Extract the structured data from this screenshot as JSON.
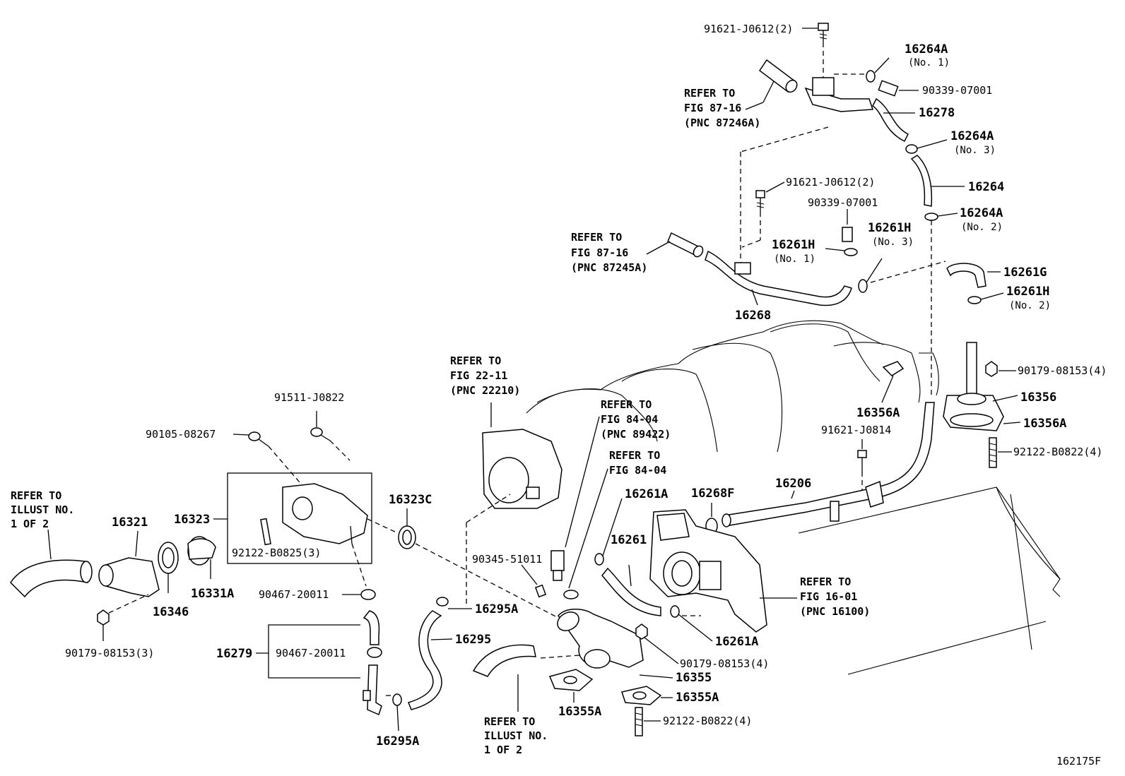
{
  "diagram": {
    "figure_id": "162175F",
    "labels": {
      "p91621_j0612_top": "91621-J0612(2)",
      "p16264a_no1": "16264A",
      "no1_a": "(No. 1)",
      "p90339_07001_top": "90339-07001",
      "p16278": "16278",
      "p16264a_no3": "16264A",
      "no3_a": "(No. 3)",
      "p16264": "16264",
      "p16264a_no2": "16264A",
      "no2_a": "(No. 2)",
      "p91621_j0612_mid": "91621-J0612(2)",
      "p90339_07001_mid": "90339-07001",
      "p16261h_no1": "16261H",
      "no1_b": "(No. 1)",
      "p16261h_no3": "16261H",
      "no3_b": "(No. 3)",
      "p16261g": "16261G",
      "p16261h_no2": "16261H",
      "no2_b": "(No. 2)",
      "p16268": "16268",
      "p90179_08153_4a": "90179-08153(4)",
      "p16356": "16356",
      "p16356a_left": "16356A",
      "p16356a_right": "16356A",
      "p91621_j0814": "91621-J0814",
      "p92122_b0822_4a": "92122-B0822(4)",
      "p16206": "16206",
      "p16268f": "16268F",
      "p16261a_top": "16261A",
      "p16261": "16261",
      "p90345_51011": "90345-51011",
      "p16261a_bot": "16261A",
      "p90179_08153_4b": "90179-08153(4)",
      "p16355": "16355",
      "p16355a_right": "16355A",
      "p16355a_left": "16355A",
      "p92122_b0822_4b": "92122-B0822(4)",
      "p16295a_mid": "16295A",
      "p16295": "16295",
      "p16295a_bot": "16295A",
      "p91511_j0822": "91511-J0822",
      "p90105_08267": "90105-08267",
      "p16323": "16323",
      "p92122_b0825": "92122-B0825(3)",
      "p16323c": "16323C",
      "p16321": "16321",
      "p16331a": "16331A",
      "p16346": "16346",
      "p90179_08153_3": "90179-08153(3)",
      "p90467_20011_a": "90467-20011",
      "p16279": "16279",
      "p90467_20011_b": "90467-20011"
    },
    "refs": {
      "fig87_16_a": [
        "REFER TO",
        "FIG 87-16",
        "(PNC 87246A)"
      ],
      "fig87_16_b": [
        "REFER TO",
        "FIG 87-16",
        "(PNC 87245A)"
      ],
      "fig22_11": [
        "REFER TO",
        "FIG 22-11",
        "(PNC 22210)"
      ],
      "fig84_04_a": [
        "REFER TO",
        "FIG 84-04",
        "(PNC 89422)"
      ],
      "fig84_04_b": [
        "REFER TO",
        "FIG 84-04"
      ],
      "fig16_01": [
        "REFER TO",
        "FIG 16-01",
        "(PNC 16100)"
      ],
      "illust_left": [
        "REFER TO",
        "ILLUST NO.",
        " 1 OF 2"
      ],
      "illust_bottom": [
        "REFER TO",
        "ILLUST NO.",
        " 1 OF 2"
      ]
    }
  }
}
